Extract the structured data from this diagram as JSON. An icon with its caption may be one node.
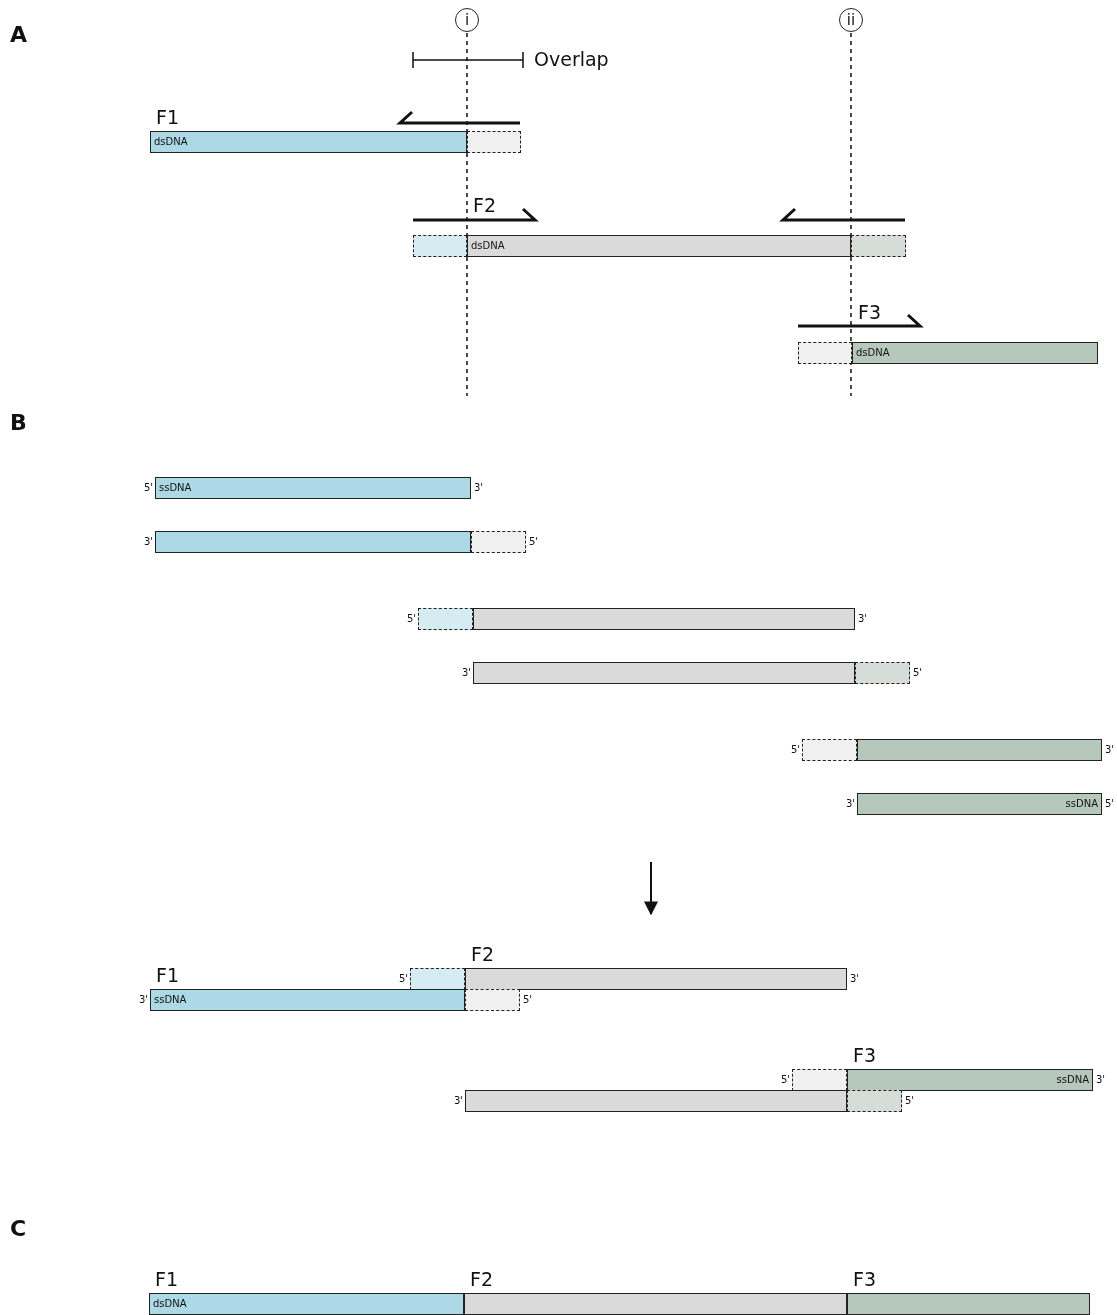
{
  "diagram": {
    "nodes": [
      {
        "text": [
          "i"
        ]
      },
      {
        "text": [
          "ii"
        ]
      },
      {
        "text": [
          "dsDNA"
        ],
        "beside": [
          "F1"
        ]
      },
      {
        "text": [],
        "shape": "bar"
      },
      {
        "text": [],
        "shape": "bar"
      },
      {
        "text": [
          "dsDNA"
        ],
        "beside": [
          "F2"
        ]
      },
      {
        "text": [],
        "shape": "bar"
      },
      {
        "text": [],
        "shape": "bar"
      },
      {
        "text": [
          "dsDNA"
        ],
        "beside": [
          "F3"
        ]
      },
      {
        "text": [
          "ssDNA"
        ],
        "beside": [
          "5'",
          "3'"
        ]
      },
      {
        "text": [],
        "shape": "bar",
        "beside": [
          "3'"
        ]
      },
      {
        "text": [],
        "shape": "bar",
        "beside": [
          "5'"
        ]
      },
      {
        "text": [],
        "shape": "bar",
        "beside": [
          "5'"
        ]
      },
      {
        "text": [],
        "shape": "bar",
        "beside": [
          "3'"
        ]
      },
      {
        "text": [],
        "shape": "bar",
        "beside": [
          "3'"
        ]
      },
      {
        "text": [],
        "shape": "bar",
        "beside": [
          "5'"
        ]
      },
      {
        "text": [],
        "shape": "bar",
        "beside": [
          "5'"
        ]
      },
      {
        "text": [],
        "shape": "bar",
        "beside": [
          "3'"
        ]
      },
      {
        "text": [
          "ssDNA"
        ],
        "beside": [
          "3'",
          "5'"
        ]
      },
      {
        "text": [],
        "shape": "bar",
        "beside": [
          "5'"
        ]
      },
      {
        "text": [],
        "shape": "bar",
        "beside": [
          "F2",
          "3'"
        ]
      },
      {
        "text": [
          "ssDNA"
        ],
        "beside": [
          "F1",
          "3'"
        ]
      },
      {
        "text": [],
        "shape": "bar",
        "beside": [
          "5'"
        ]
      },
      {
        "text": [],
        "shape": "bar",
        "beside": [
          "5'"
        ]
      },
      {
        "text": [
          "ssDNA"
        ],
        "beside": [
          "F3",
          "3'"
        ]
      },
      {
        "text": [],
        "shape": "bar",
        "beside": [
          "3'"
        ]
      },
      {
        "text": [],
        "shape": "bar",
        "beside": [
          "5'"
        ]
      },
      {
        "text": [
          "dsDNA"
        ],
        "beside": [
          "F1"
        ]
      },
      {
        "text": [],
        "shape": "bar",
        "beside": [
          "F2"
        ]
      },
      {
        "text": [],
        "shape": "bar",
        "beside": [
          "F3"
        ]
      }
    ],
    "labels": [
      "A",
      "Overlap",
      "B",
      "C"
    ]
  }
}
